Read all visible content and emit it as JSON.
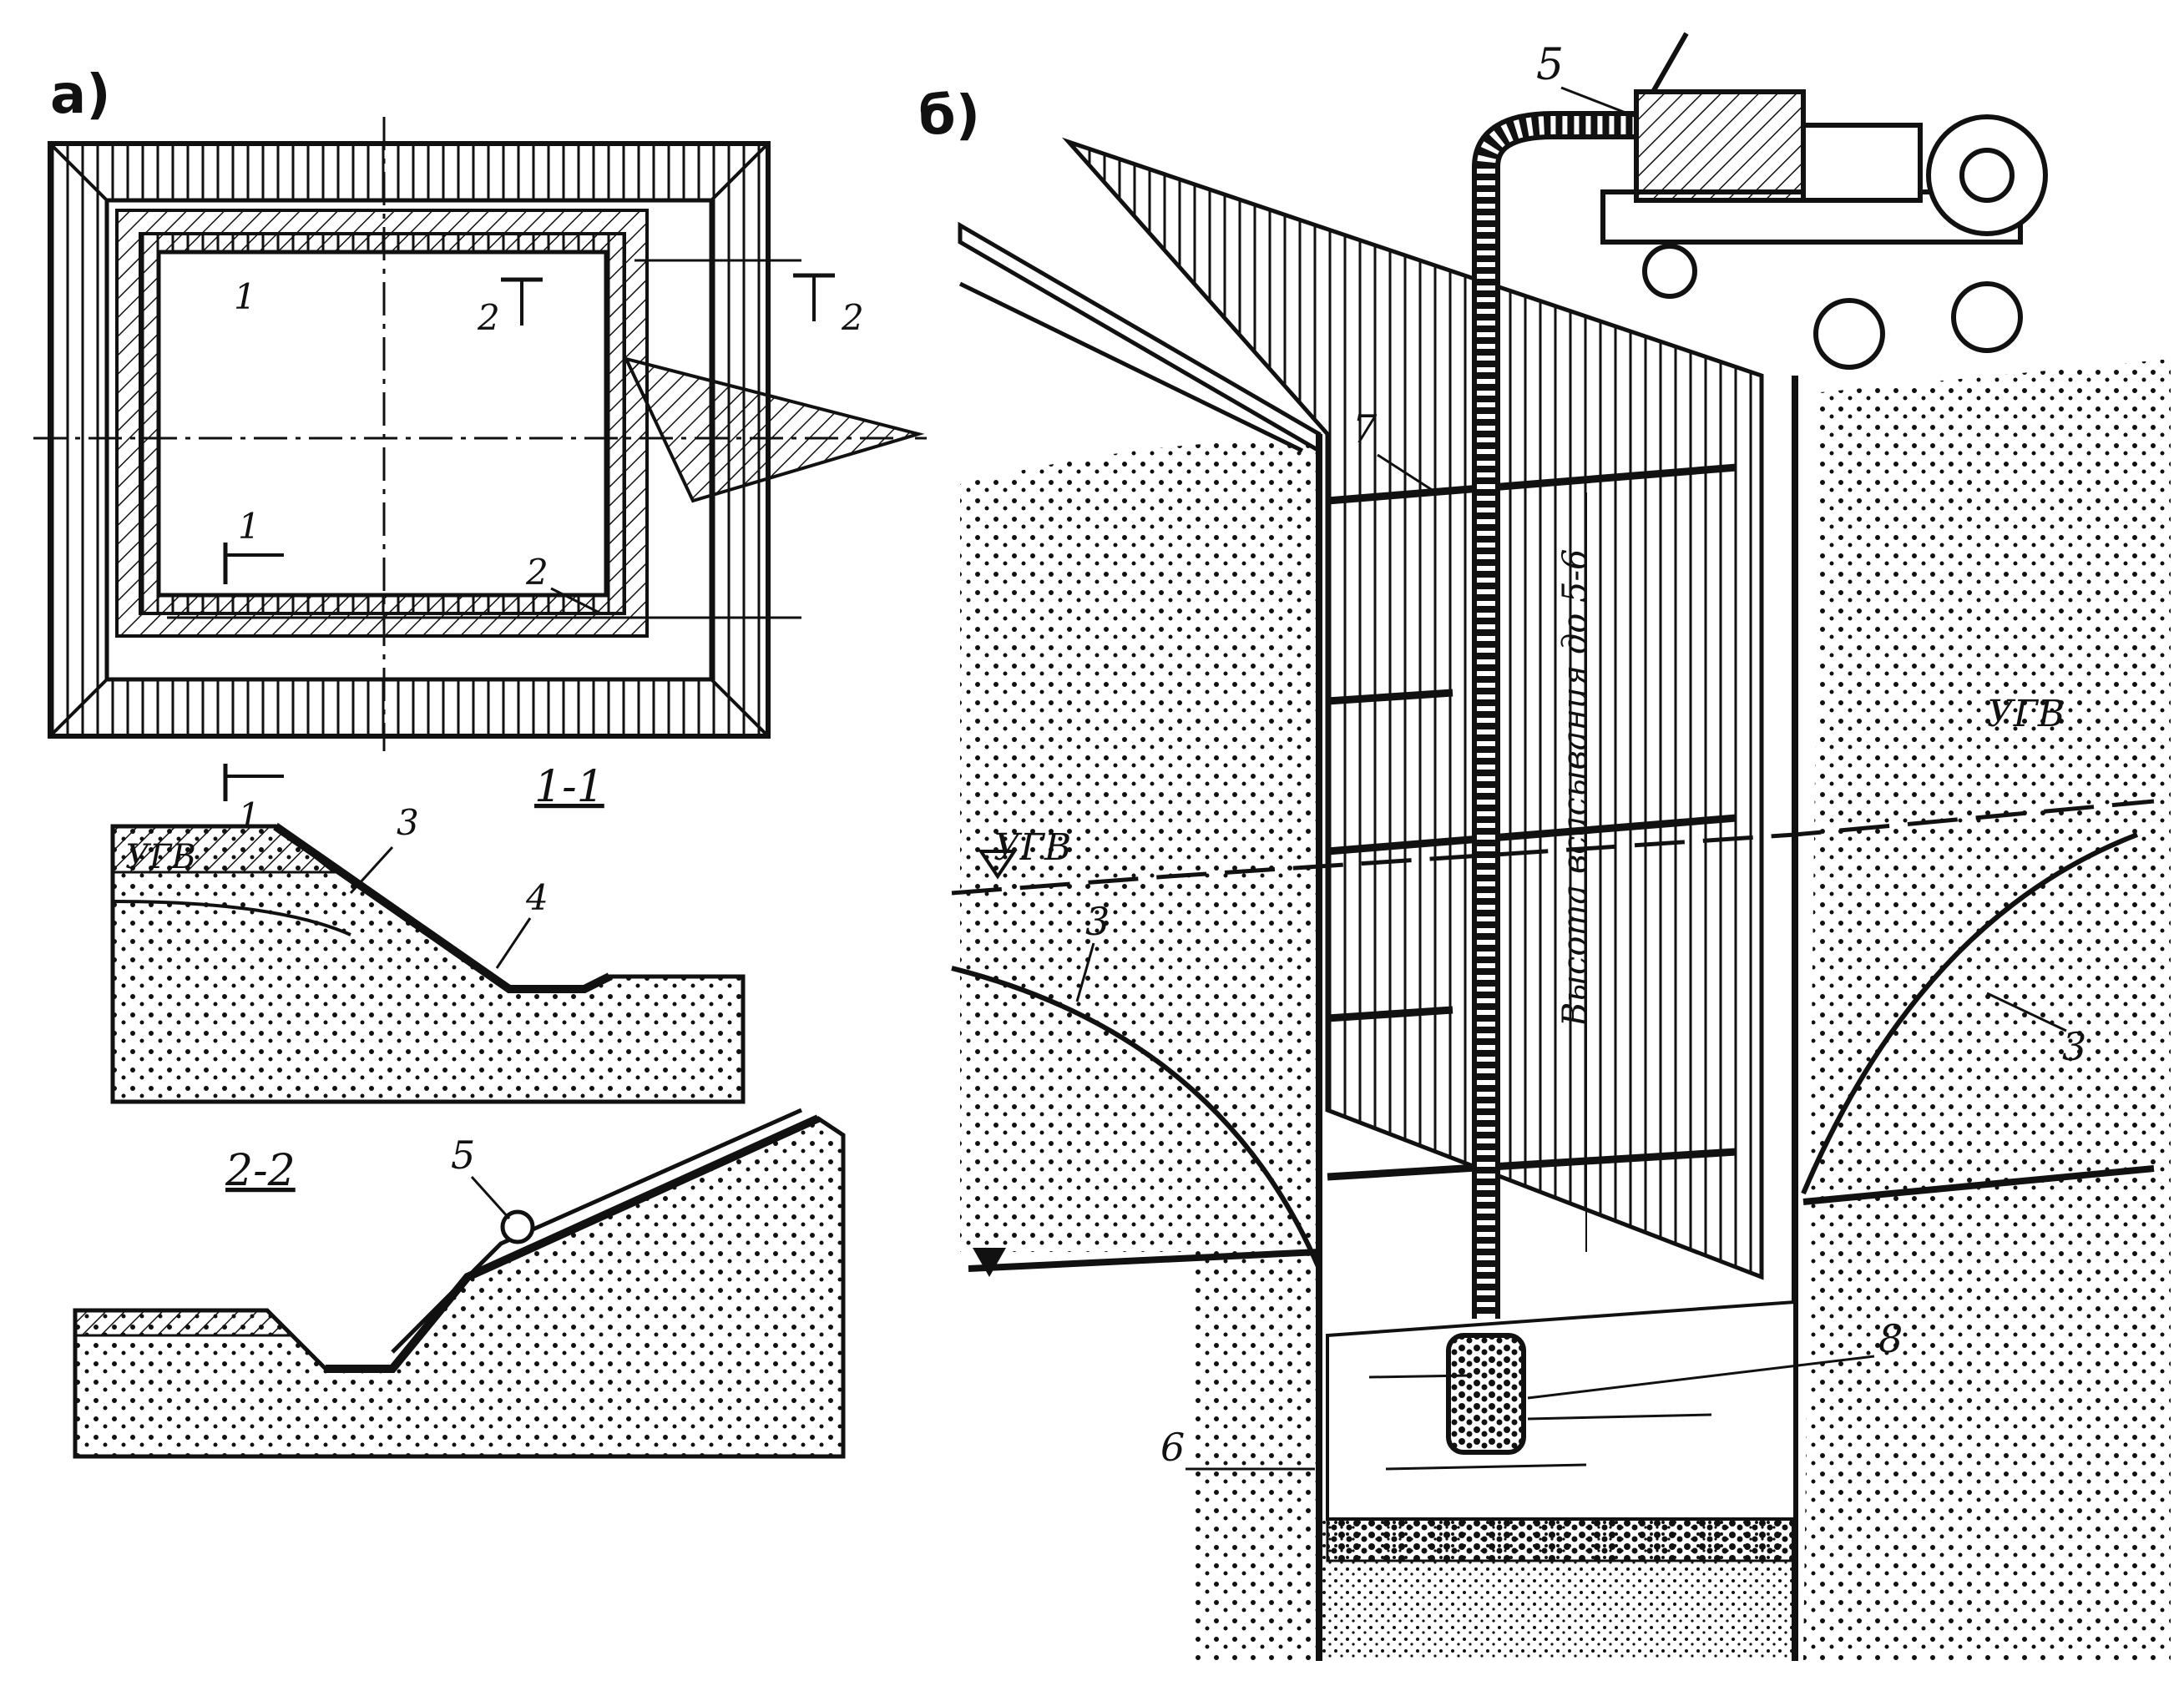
{
  "panels": {
    "a": {
      "label": "а)"
    },
    "b": {
      "label": "б)"
    }
  },
  "plan": {
    "callouts": [
      "1",
      "2"
    ],
    "section_marks": [
      "1",
      "1",
      "2",
      "2"
    ]
  },
  "section_1_1": {
    "title": "1-1",
    "water_table": "УГВ",
    "callouts": [
      "3",
      "4"
    ]
  },
  "section_2_2": {
    "title": "2-2",
    "callouts": [
      "5"
    ]
  },
  "view_b": {
    "water_table_left": "УГВ",
    "water_table_right": "УГВ",
    "suction_height_note": "Высота всасывания до 5-6",
    "callouts": [
      "5",
      "7",
      "3",
      "3",
      "6",
      "8"
    ]
  },
  "colors": {
    "ink": "#111111",
    "paper": "#ffffff"
  }
}
